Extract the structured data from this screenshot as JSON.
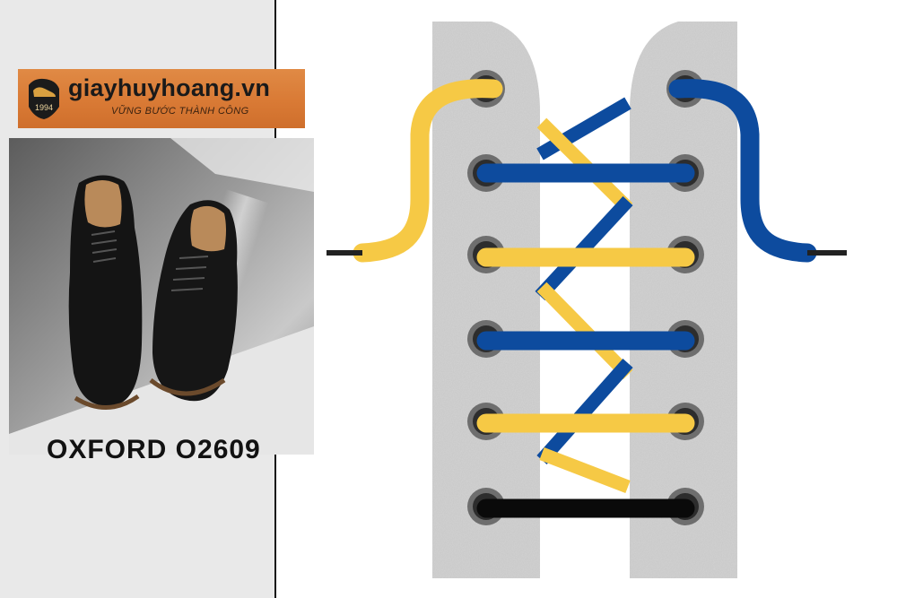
{
  "logo": {
    "domain": "giayhuyhoang.vn",
    "slogan": "VỮNG BƯỚC THÀNH CÔNG",
    "year": "1994"
  },
  "product": {
    "caption": "OXFORD O2609"
  },
  "colors": {
    "lace_yellow": "#f6c945",
    "lace_blue": "#0d4b9e",
    "lace_black": "#0a0a0a",
    "shoe_panel": "#d3d3d3",
    "eyelet": "#4a4a4a",
    "logo_orange": "#d97a35"
  },
  "diagram": {
    "eyelet_rows": 6,
    "lace_colors": [
      "yellow",
      "blue"
    ]
  }
}
